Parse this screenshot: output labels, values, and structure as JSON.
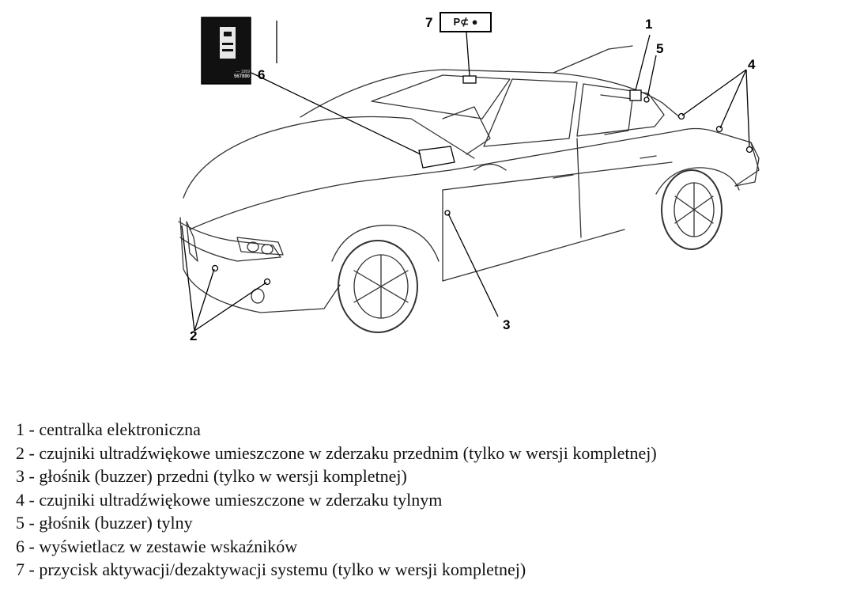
{
  "callouts": {
    "c1": "1",
    "c2": "2",
    "c3": "3",
    "c4": "4",
    "c5": "5",
    "c6": "6",
    "c7": "7"
  },
  "button_symbol": "P⊄ ●",
  "display_icon": {
    "line1": "— 1959",
    "line2": "567890"
  },
  "legend": [
    "1 - centralka elektroniczna",
    "2 - czujniki ultradźwiękowe umieszczone w zderzaku przednim (tylko w wersji kompletnej)",
    "3 - głośnik (buzzer) przedni (tylko w wersji kompletnej)",
    "4 - czujniki ultradźwiękowe umieszczone w zderzaku tylnym",
    "5 - głośnik (buzzer) tylny",
    "6 - wyświetlacz w zestawie wskaźników",
    "7 - przycisk aktywacji/dezaktywacji systemu (tylko w wersji kompletnej)"
  ]
}
